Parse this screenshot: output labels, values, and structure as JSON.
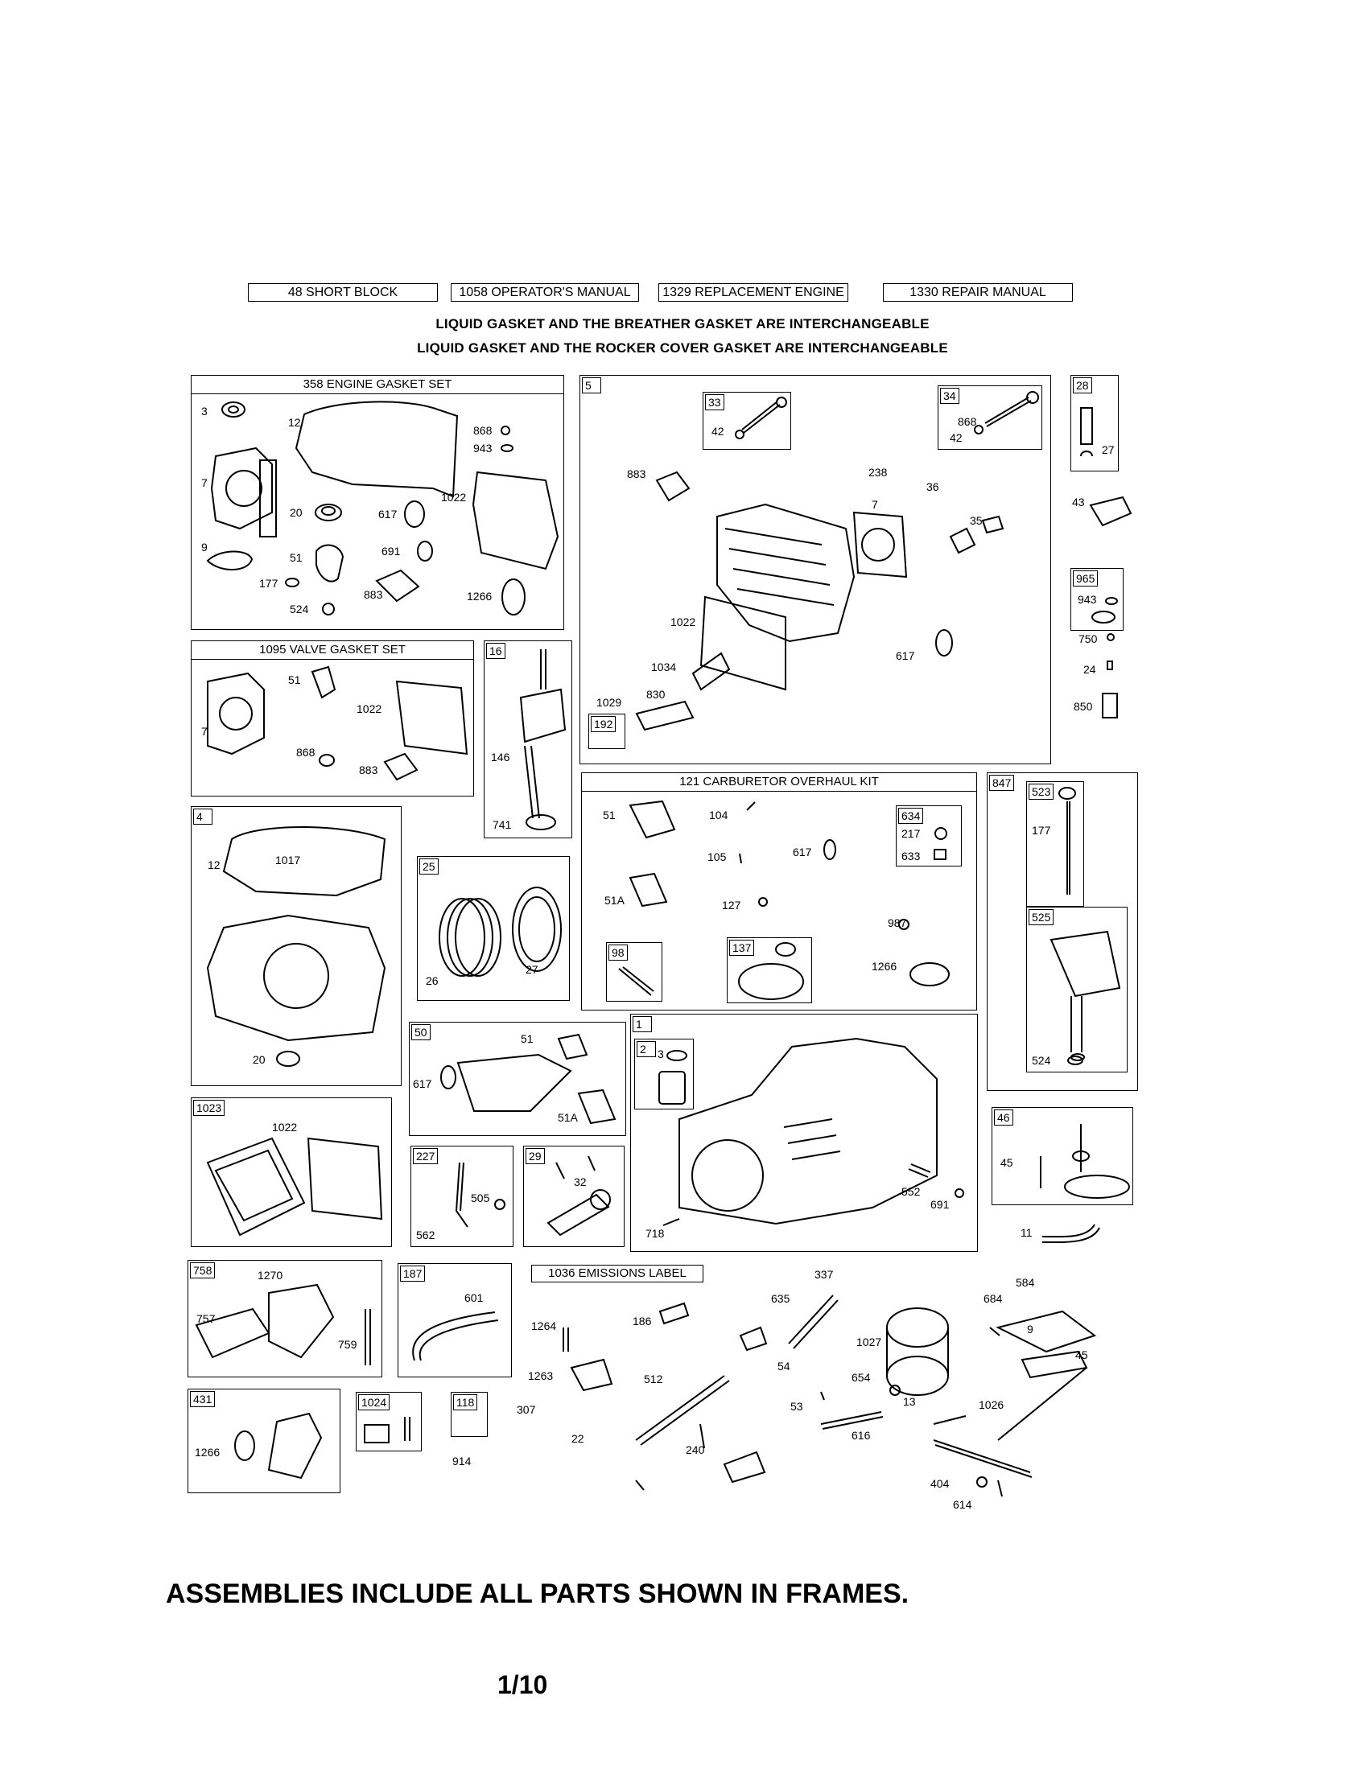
{
  "header_boxes": {
    "b1": "48 SHORT BLOCK",
    "b2": "1058 OPERATOR'S MANUAL",
    "b3": "1329 REPLACEMENT ENGINE",
    "b4": "1330 REPAIR MANUAL"
  },
  "notes": {
    "n1": "LIQUID GASKET AND THE BREATHER GASKET ARE INTERCHANGEABLE",
    "n2": "LIQUID GASKET AND THE ROCKER COVER GASKET ARE INTERCHANGEABLE"
  },
  "frames": {
    "engine_gasket_set": {
      "title": "358 ENGINE GASKET SET",
      "parts": [
        "3",
        "12",
        "868",
        "943",
        "7",
        "1022",
        "20",
        "617",
        "9",
        "51",
        "691",
        "177",
        "883",
        "1266",
        "524"
      ]
    },
    "cylinder_head": {
      "tag": "5",
      "parts": [
        "42",
        "868",
        "42",
        "883",
        "238",
        "36",
        "7",
        "35",
        "1022",
        "1034",
        "617",
        "1029",
        "830"
      ]
    },
    "valve_33": {
      "tag": "33"
    },
    "valve_34": {
      "tag": "34"
    },
    "tag_192": {
      "tag": "192"
    },
    "breather_28": {
      "tag": "28",
      "parts": [
        "27"
      ]
    },
    "frame_965": {
      "tag": "965",
      "parts": [
        "943"
      ]
    },
    "valve_gasket_set": {
      "title": "1095 VALVE GASKET SET",
      "parts": [
        "51",
        "1022",
        "7",
        "868",
        "883"
      ]
    },
    "crankshaft": {
      "tag": "16",
      "parts": [
        "146",
        "741"
      ]
    },
    "carburetor_kit": {
      "title": "121 CARBURETOR OVERHAUL KIT",
      "parts": [
        "51",
        "104",
        "105",
        "617",
        "51A",
        "127",
        "987",
        "1266"
      ]
    },
    "frame_634": {
      "tag": "634",
      "parts": [
        "217",
        "633"
      ]
    },
    "frame_98": {
      "tag": "98"
    },
    "frame_137": {
      "tag": "137"
    },
    "dipstick_847": {
      "tag": "847"
    },
    "frame_523": {
      "tag": "523",
      "parts": [
        "177"
      ]
    },
    "frame_525": {
      "tag": "525",
      "parts": [
        "524"
      ]
    },
    "sump_4": {
      "tag": "4",
      "parts": [
        "12",
        "1017",
        "20"
      ]
    },
    "piston_25": {
      "tag": "25",
      "parts": [
        "26",
        "27"
      ]
    },
    "intake_50": {
      "tag": "50",
      "parts": [
        "51",
        "617",
        "51A"
      ]
    },
    "block_1": {
      "tag": "1",
      "parts": [
        "552",
        "691",
        "718"
      ]
    },
    "cylinder_2": {
      "tag": "2",
      "parts": [
        "3"
      ]
    },
    "rocker_1023": {
      "tag": "1023",
      "parts": [
        "1022"
      ]
    },
    "governor_227": {
      "tag": "227",
      "parts": [
        "505",
        "562"
      ]
    },
    "rod_29": {
      "tag": "29",
      "parts": [
        "32"
      ]
    },
    "cam_46": {
      "tag": "46",
      "parts": [
        "45"
      ]
    },
    "frame_758": {
      "tag": "758",
      "parts": [
        "1270",
        "757",
        "759"
      ]
    },
    "frame_187": {
      "tag": "187",
      "parts": [
        "601"
      ]
    },
    "emissions": {
      "title": "1036 EMISSIONS LABEL"
    },
    "frame_431": {
      "tag": "431",
      "parts": [
        "1266"
      ]
    },
    "frame_1024": {
      "tag": "1024"
    },
    "frame_118": {
      "tag": "118"
    }
  },
  "loose_parts": {
    "p43": "43",
    "p750": "750",
    "p24": "24",
    "p850": "850",
    "p11": "11",
    "p584": "584",
    "p684": "684",
    "p9": "9",
    "p45": "45",
    "p1026": "1026",
    "p13": "13",
    "p53": "53",
    "p616": "616",
    "p404": "404",
    "p614": "614",
    "p54": "54",
    "p654": "654",
    "p337": "337",
    "p635": "635",
    "p1027": "1027",
    "p512": "512",
    "p240": "240",
    "p186": "186",
    "p1264": "1264",
    "p1263": "1263",
    "p307": "307",
    "p22": "22",
    "p914": "914"
  },
  "footer": "ASSEMBLIES INCLUDE ALL PARTS SHOWN IN FRAMES.",
  "page_number": "1/10"
}
